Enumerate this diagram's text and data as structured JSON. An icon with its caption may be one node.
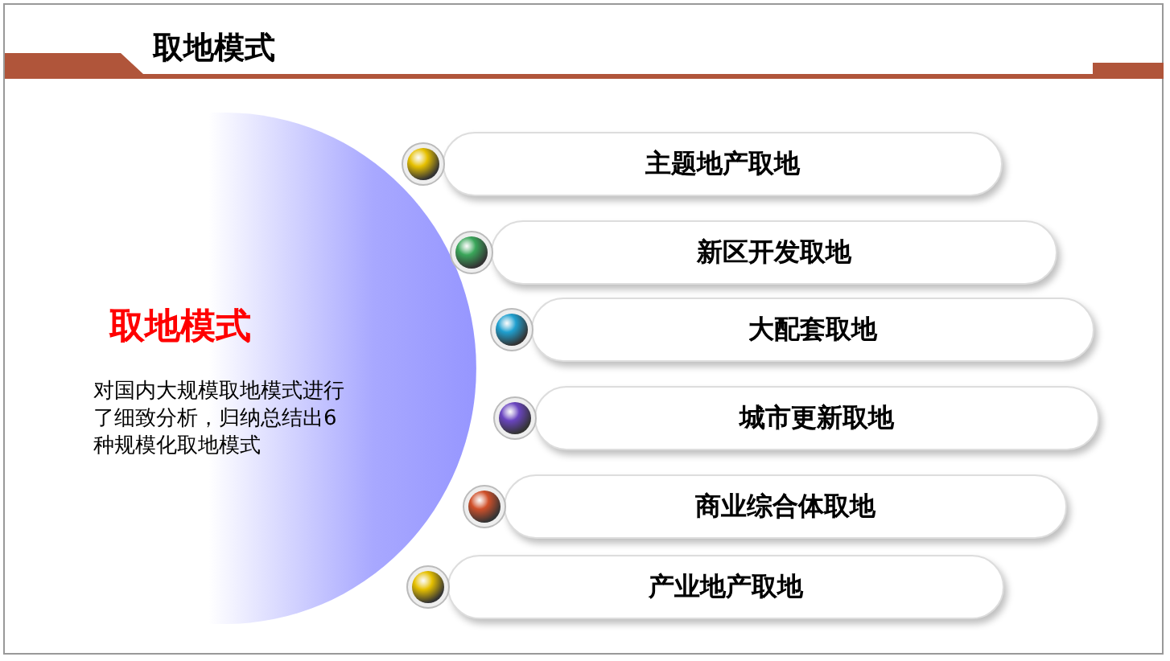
{
  "diagram": {
    "title": "取地模式",
    "nodes": [
      {
        "text": [
          "取地模式",
          "对国内大规模取地模式进行了细致分析，归纳总结出6种规模化取地模式"
        ]
      },
      {
        "text": [
          "主题地产取地"
        ]
      },
      {
        "text": [
          "新区开发取地"
        ]
      },
      {
        "text": [
          "大配套取地"
        ]
      },
      {
        "text": [
          "城市更新取地"
        ]
      },
      {
        "text": [
          "商业综合体取地"
        ]
      },
      {
        "text": [
          "产业地产取地"
        ]
      }
    ]
  }
}
